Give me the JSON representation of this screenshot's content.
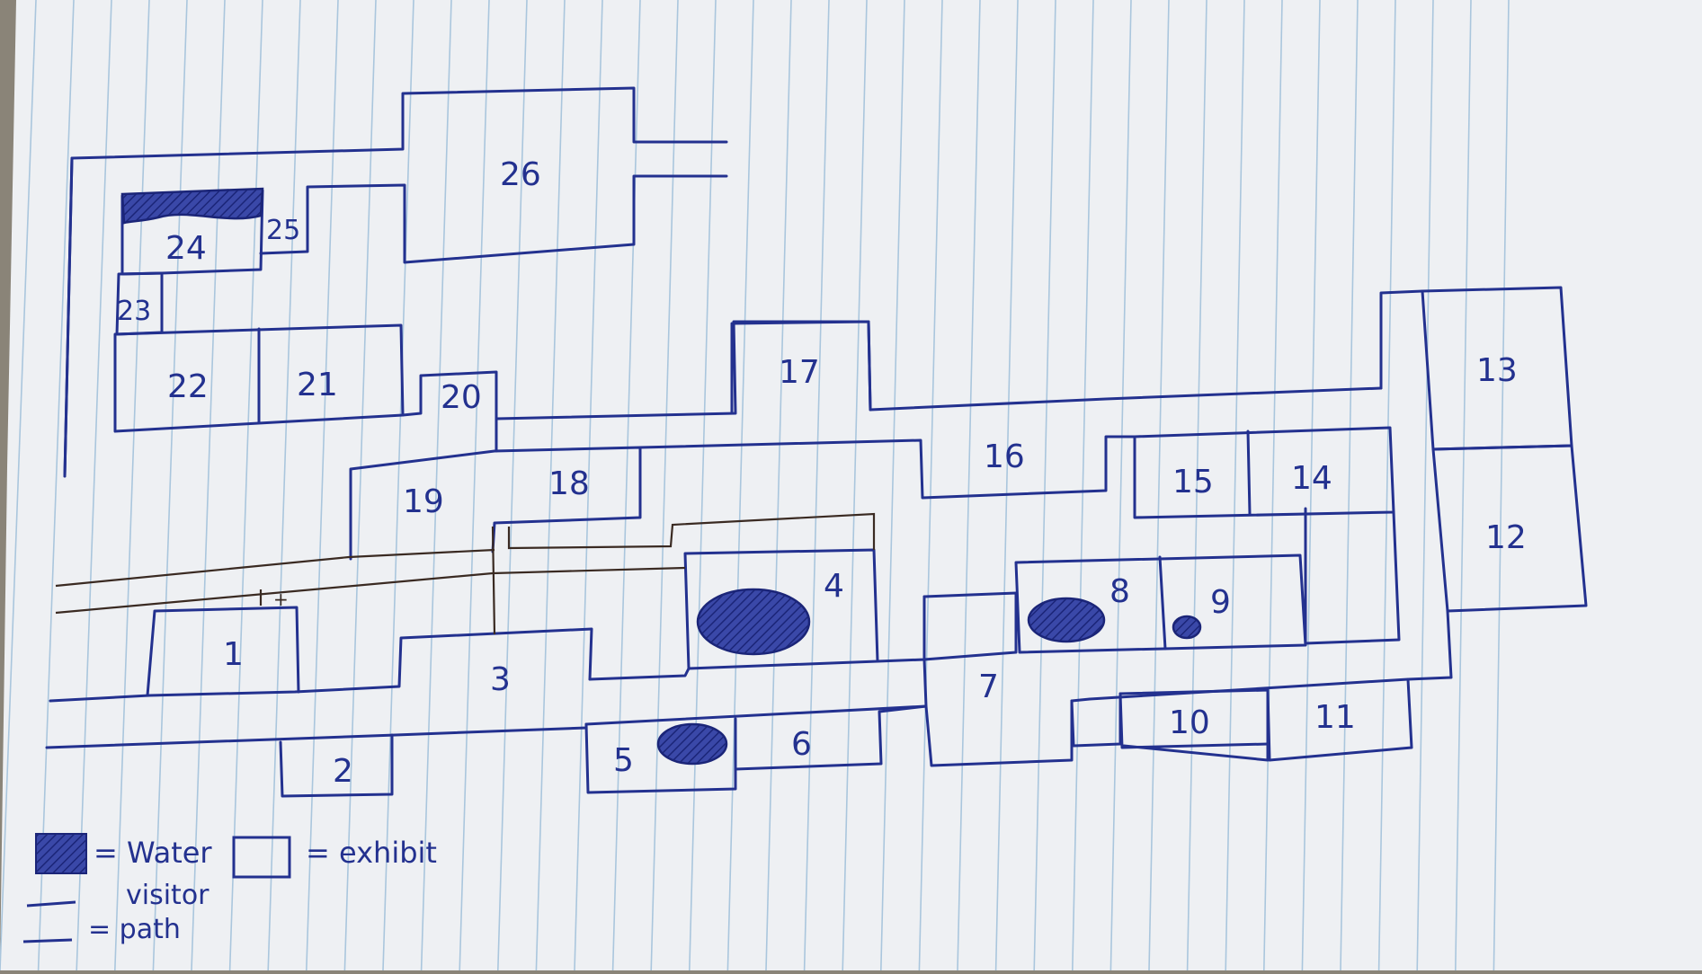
{
  "map": {
    "exhibits": [
      {
        "id": "1",
        "label": "1"
      },
      {
        "id": "2",
        "label": "2"
      },
      {
        "id": "3",
        "label": "3"
      },
      {
        "id": "4",
        "label": "4"
      },
      {
        "id": "5",
        "label": "5"
      },
      {
        "id": "6",
        "label": "6"
      },
      {
        "id": "7",
        "label": "7"
      },
      {
        "id": "8",
        "label": "8"
      },
      {
        "id": "9",
        "label": "9"
      },
      {
        "id": "10",
        "label": "10"
      },
      {
        "id": "11",
        "label": "11"
      },
      {
        "id": "12",
        "label": "12"
      },
      {
        "id": "13",
        "label": "13"
      },
      {
        "id": "14",
        "label": "14"
      },
      {
        "id": "15",
        "label": "15"
      },
      {
        "id": "16",
        "label": "16"
      },
      {
        "id": "17",
        "label": "17"
      },
      {
        "id": "18",
        "label": "18"
      },
      {
        "id": "19",
        "label": "19"
      },
      {
        "id": "20",
        "label": "20"
      },
      {
        "id": "21",
        "label": "21"
      },
      {
        "id": "22",
        "label": "22"
      },
      {
        "id": "23",
        "label": "23"
      },
      {
        "id": "24",
        "label": "24"
      },
      {
        "id": "25",
        "label": "25"
      },
      {
        "id": "26",
        "label": "26"
      }
    ],
    "path_marker": "+",
    "water_features": [
      "pond-24",
      "pond-4",
      "pond-5",
      "pond-8",
      "pond-9"
    ]
  },
  "legend": {
    "water_label": "= Water",
    "exhibit_label": "= exhibit",
    "path_label_line1": "visitor",
    "path_label_line2": "= path"
  },
  "colors": {
    "paper": "#eef0f3",
    "rule_lines": "#aac6dd",
    "ink": "#23318f",
    "pencil": "#3a2a22"
  }
}
